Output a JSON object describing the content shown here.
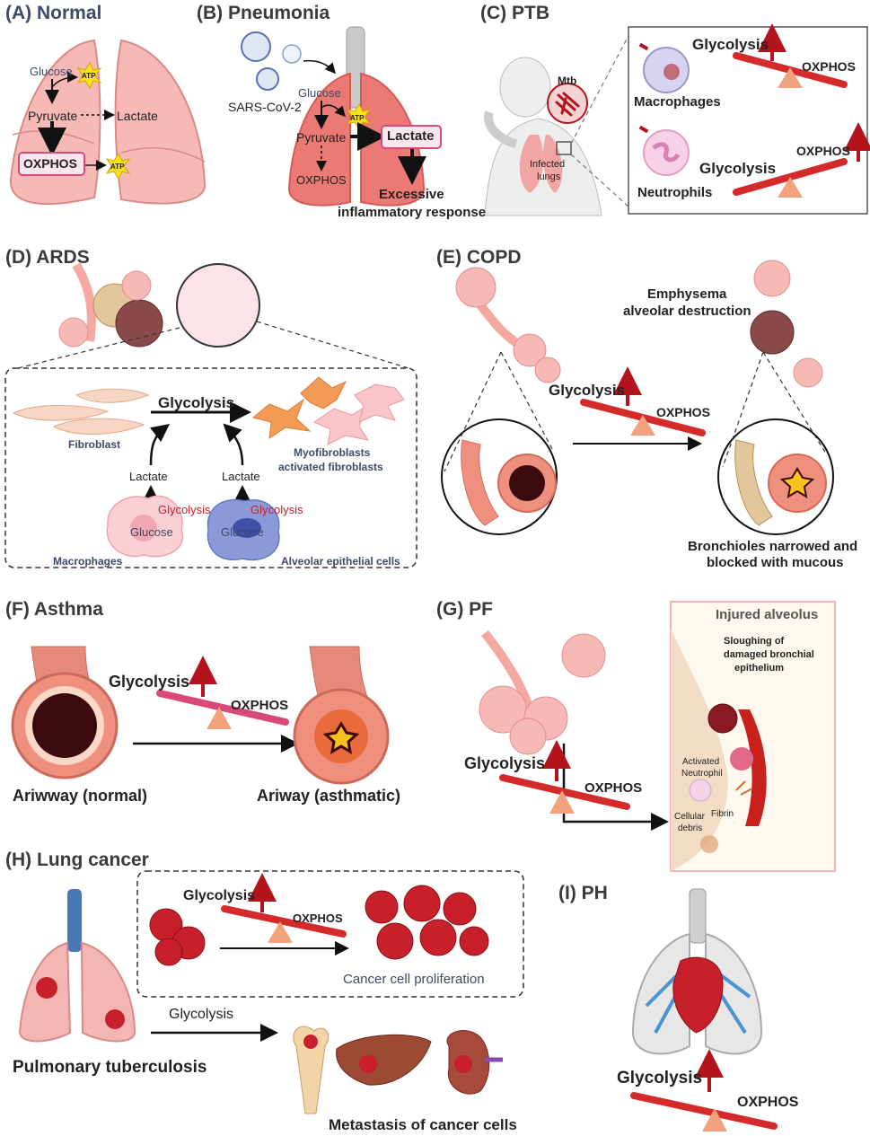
{
  "panels": {
    "A": {
      "title": "(A) Normal",
      "glucose": "Glucose",
      "atp1": "ATP",
      "pyruvate": "Pyruvate",
      "lactate": "Lactate",
      "oxphos": "OXPHOS",
      "atp2": "ATP"
    },
    "B": {
      "title": "(B) Pneumonia",
      "virus": "SARS-CoV-2",
      "glucose": "Glucose",
      "atp": "ATP",
      "pyruvate": "Pyruvate",
      "lactate": "Lactate",
      "oxphos": "OXPHOS",
      "response_l1": "Excessive",
      "response_l2": "inflammatory response"
    },
    "C": {
      "title": "(C) PTB",
      "mtb": "Mtb",
      "infected_l1": "Infected",
      "infected_l2": "lungs",
      "macrophages": "Macrophages",
      "neutrophils": "Neutrophils",
      "glycolysis1": "Glycolysis",
      "oxphos1": "OXPHOS",
      "glycolysis2": "Glycolysis",
      "oxphos2": "OXPHOS"
    },
    "D": {
      "title": "(D) ARDS",
      "glycolysis_main": "Glycolysis",
      "fibroblast": "Fibroblast",
      "myo_l1": "Myofibroblasts",
      "myo_l2": "activated fibroblasts",
      "lactate1": "Lactate",
      "lactate2": "Lactate",
      "glycolysis1": "Glycolysis",
      "glycolysis2": "Glycolysis",
      "glucose1": "Glucose",
      "glucose2": "Glucose",
      "macrophages": "Macrophages",
      "alveolar": "Alveolar epithelial cells"
    },
    "E": {
      "title": "(E) COPD",
      "emph_l1": "Emphysema",
      "emph_l2": "alveolar destruction",
      "glycolysis": "Glycolysis",
      "oxphos": "OXPHOS",
      "bronch_l1": "Bronchioles narrowed and",
      "bronch_l2": "blocked with mucous"
    },
    "F": {
      "title": "(F) Asthma",
      "glycolysis": "Glycolysis",
      "oxphos": "OXPHOS",
      "normal": "Ariwway (normal)",
      "asthmatic": "Ariway (asthmatic)"
    },
    "G": {
      "title": "(G) PF",
      "injured": "Injured alveolus",
      "slough_l1": "Sloughing of",
      "slough_l2": "damaged bronchial",
      "slough_l3": "epithelium",
      "activated_l1": "Activated",
      "activated_l2": "Neutrophil",
      "cellular_l1": "Cellular",
      "cellular_l2": "debris",
      "fibrin": "Fibrin",
      "glycolysis": "Glycolysis",
      "oxphos": "OXPHOS"
    },
    "H": {
      "title": "(H) Lung cancer",
      "glycolysis_box": "Glycolysis",
      "oxphos": "OXPHOS",
      "proliferation": "Cancer cell proliferation",
      "glycolysis_arrow": "Glycolysis",
      "ptb": "Pulmonary tuberculosis",
      "metastasis": "Metastasis of cancer cells"
    },
    "I": {
      "title": "(I) PH",
      "glycolysis": "Glycolysis",
      "oxphos": "OXPHOS"
    }
  },
  "colors": {
    "arrow_red": "#b3141c",
    "seesaw_red": "#d42a2a",
    "fulcrum": "#f2a27c",
    "lung_pink": "#f4b6b4",
    "title_gray": "#3a3a3a",
    "navy": "#3d4a6b"
  }
}
